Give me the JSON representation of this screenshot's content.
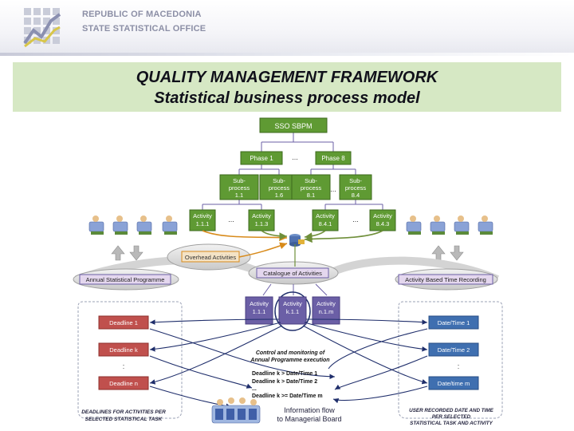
{
  "header": {
    "org_line1": "REPUBLIC OF MACEDONIA",
    "org_line2": "STATE STATISTICAL OFFICE"
  },
  "title": {
    "line1": "QUALITY MANAGEMENT FRAMEWORK",
    "line2": "Statistical business process model"
  },
  "hierarchy": {
    "root": "SSO SBPM",
    "phase_a": "Phase 1",
    "phase_ellipsis": "...",
    "phase_b": "Phase 8",
    "sub_word": "Sub-",
    "sub_word2": "process",
    "sub1": "1.1",
    "sub2": "1.6",
    "sub3": "8.1",
    "sub4": "8.4",
    "activity_word": "Activity",
    "act1": "1.1.1",
    "act2": "1.1.3",
    "act3": "8.4.1",
    "act4": "8.4.3",
    "ellipsis": "...",
    "ellipsis2": "..."
  },
  "middle": {
    "overhead": "Overhead Activities",
    "annual": "Annual Statistical Programme",
    "catalogue": "Catalogue of Activities",
    "abtr": "Activity Based Time Recording",
    "mid_act_word": "Activity",
    "mid_act1": "1.1.1",
    "mid_act2": "k.1.1",
    "mid_act3": "n.1.m"
  },
  "left_panel": {
    "d1": "Deadline 1",
    "dk": "Deadline k",
    "dn": "Deadline n",
    "dots": ":",
    "caption1": "DEADLINES FOR ACTIVITIES PER",
    "caption2": "SELECTED STATISTICAL TASK"
  },
  "right_panel": {
    "t1": "Date/Time 1",
    "t2": "Date/Time 2",
    "tm": "Date/time m",
    "dots": ":",
    "caption1": "USER RECORDED DATE AND TIME",
    "caption2": "PER SELECTED",
    "caption3": "STATISTICAL TASK AND ACTIVITY"
  },
  "control": {
    "line1": "Control and monitoring of",
    "line2": "Annual Programme execution",
    "c1": "Deadline k > Date/Time 1",
    "c2": "Deadline k > Date/Time 2",
    "c3": "...",
    "c4": "Deadline k >= Date/Time m"
  },
  "info_flow": {
    "line1": "Information flow",
    "line2": "to Managerial Board"
  },
  "colors": {
    "green_box": "#5f9a33",
    "purple_box": "#6b5fa6",
    "red_box": "#c0504d",
    "blue_box": "#3f6fb0",
    "title_band": "#d6e8c4"
  },
  "icons": [
    "org-logo-icon",
    "users-group-icon",
    "database-icon",
    "arrow-up-icon",
    "arrow-down-icon",
    "meeting-board-icon"
  ]
}
